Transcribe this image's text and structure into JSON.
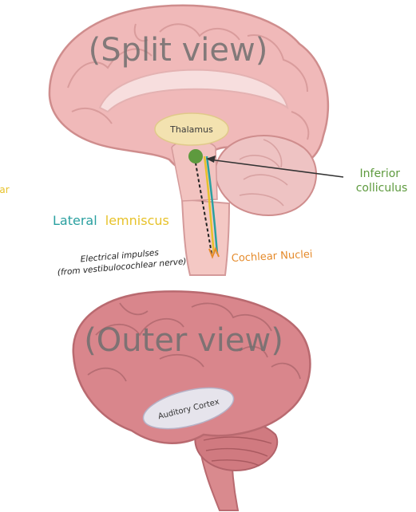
{
  "split_view": {
    "title": "(Split view)",
    "thalamus_label": "Thalamus",
    "inferior_colliculus_line1": "Inferior",
    "inferior_colliculus_line2": "colliculus",
    "lateral_word": "Lateral",
    "lemniscus_word": "lemniscus",
    "cochlear_nuclei_label": "Cochlear Nuclei",
    "impulses_line1": "Electrical impulses",
    "impulses_line2": "(from vestibulocochlear nerve)",
    "left_edge_fragment": "ear"
  },
  "outer_view": {
    "title": "(Outer view)",
    "auditory_cortex_label": "Auditory Cortex"
  },
  "colors": {
    "brain_fill": "#f0b9b9",
    "brain_outline": "#cf8d8d",
    "thalamus_fill": "#f3e2b0",
    "colliculus_green": "#5e9a3e",
    "lateral_teal": "#2aa0a0",
    "lemniscus_yellow": "#e7c22a",
    "cochlear_orange": "#e58a2a",
    "outer_brain_fill": "#d9868c",
    "auditory_cortex_fill": "#e6e4ec"
  }
}
